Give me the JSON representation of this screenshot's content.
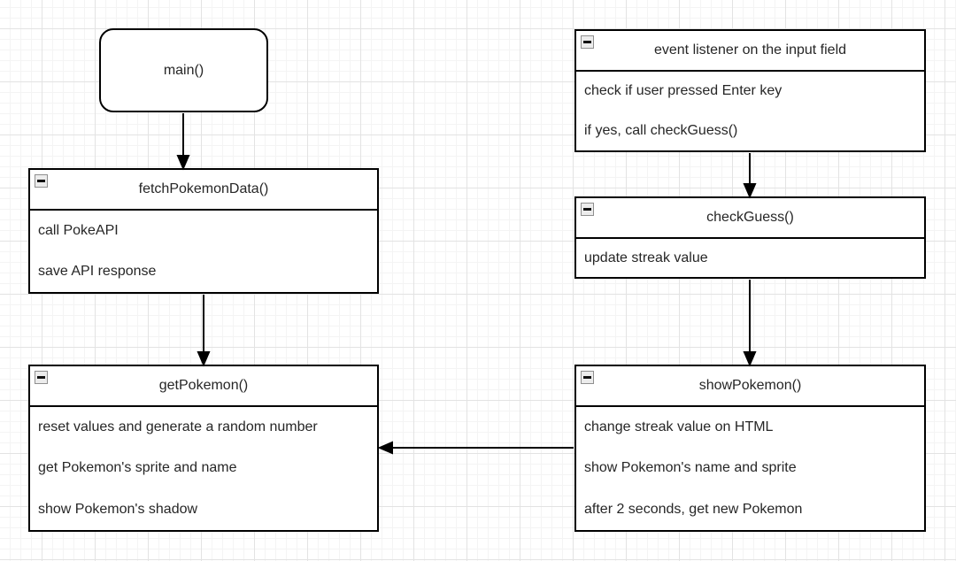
{
  "diagram": {
    "nodes": {
      "main": {
        "label": "main()"
      },
      "fetchPokemonData": {
        "title": "fetchPokemonData()",
        "items": [
          "call PokeAPI",
          "save API response"
        ]
      },
      "getPokemon": {
        "title": "getPokemon()",
        "items": [
          "reset values and generate a random number",
          "get Pokemon's sprite and name",
          "show Pokemon's shadow"
        ]
      },
      "eventListener": {
        "title": "event listener on the input field",
        "items": [
          "check if user pressed Enter key",
          "if yes, call checkGuess()"
        ]
      },
      "checkGuess": {
        "title": "checkGuess()",
        "items": [
          "update streak value"
        ]
      },
      "showPokemon": {
        "title": "showPokemon()",
        "items": [
          "change streak value on HTML",
          "show Pokemon's name and sprite",
          "after 2 seconds, get new Pokemon"
        ]
      }
    },
    "edges": [
      {
        "from": "main()",
        "to": "fetchPokemonData()"
      },
      {
        "from": "fetchPokemonData()",
        "to": "getPokemon()"
      },
      {
        "from": "event listener on the input field",
        "to": "checkGuess()"
      },
      {
        "from": "checkGuess()",
        "to": "showPokemon()"
      },
      {
        "from": "showPokemon()",
        "to": "getPokemon()"
      }
    ],
    "icons": {
      "collapse": {
        "name": "collapse-minus-icon",
        "glyph": "−"
      }
    },
    "colors": {
      "stroke": "#000000",
      "node_fill": "#ffffff",
      "text": "#262626",
      "grid_minor": "#f4f4f4",
      "grid_major": "#e3e3e3",
      "collapse_bg": "#ececec",
      "collapse_border": "#8f8f8f"
    }
  }
}
